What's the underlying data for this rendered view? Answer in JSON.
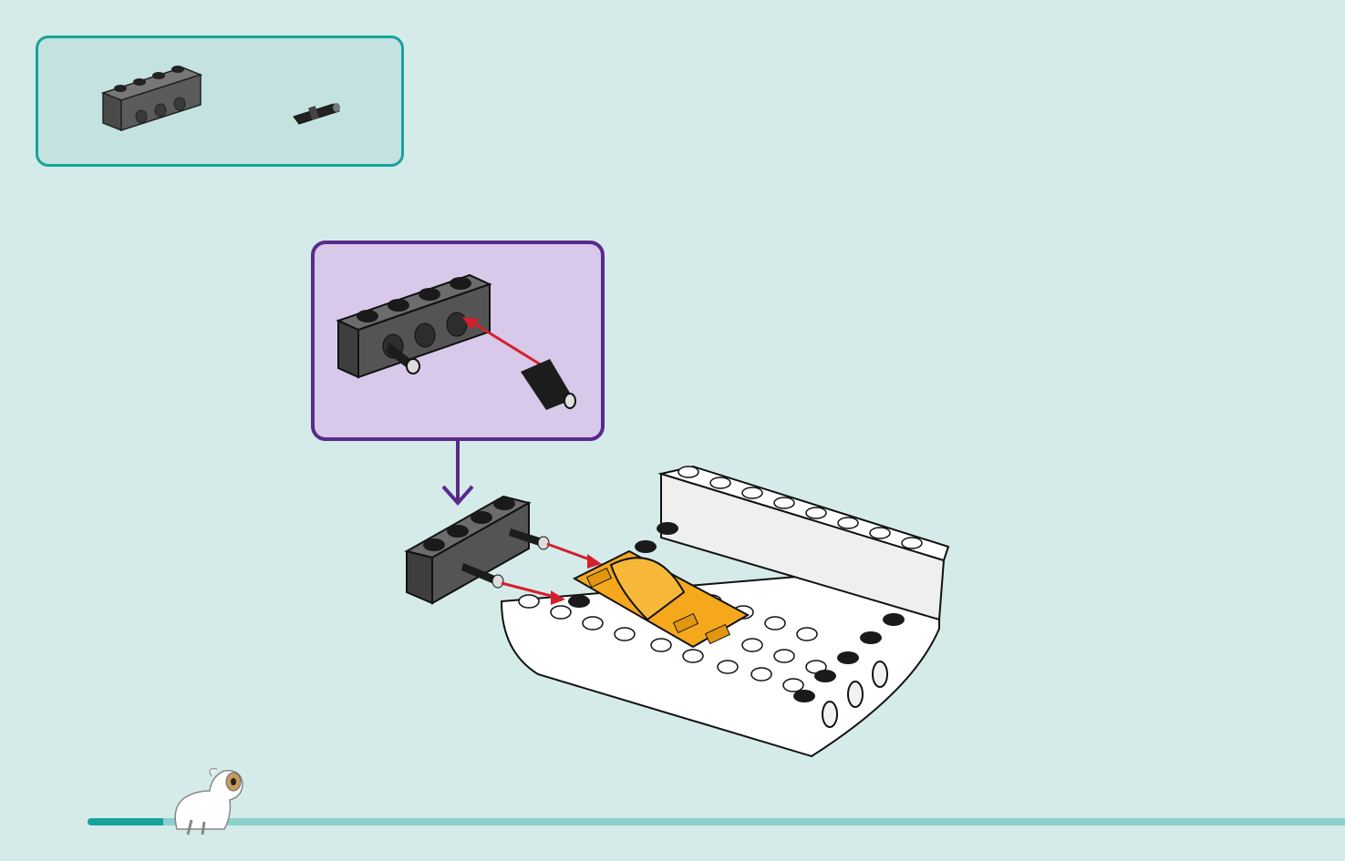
{
  "colors": {
    "background": "#d5ebea",
    "parts_box_fill": "#c3e2e0",
    "parts_box_border": "#16a39c",
    "callout_fill": "#d8c9ea",
    "callout_border": "#5a2a8a",
    "brick_dark_gray": "#5b5b5b",
    "pin_black": "#1e1e1e",
    "arrow_red": "#d4202c",
    "arrow_purple": "#5a2a8a",
    "hull_white": "#ffffff",
    "seat_orange": "#f5a81c",
    "progress_teal": "#16a39c",
    "progress_track": "#8ccfcb"
  },
  "parts_list": [
    {
      "icon": "technic-brick-1x4-icon",
      "color": "dark-gray"
    },
    {
      "icon": "technic-pin-icon",
      "color": "black"
    }
  ],
  "callout": {
    "icon": "sub-assembly-brick-with-pins-icon"
  },
  "progress": {
    "fraction": 0.06,
    "icon": "dog-mascot-icon"
  }
}
